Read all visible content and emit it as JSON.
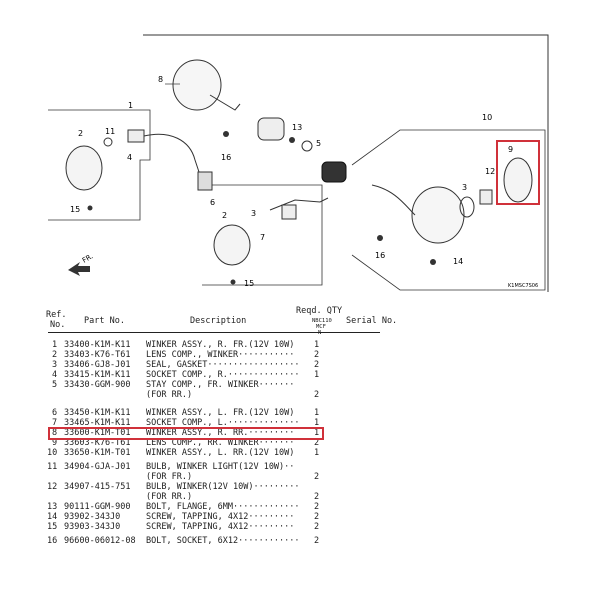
{
  "diagram": {
    "callouts": [
      "8",
      "1",
      "2",
      "11",
      "4",
      "6",
      "16",
      "13",
      "5",
      "15",
      "7",
      "2",
      "3",
      "15",
      "10",
      "9",
      "12",
      "3",
      "16",
      "14"
    ],
    "direction_label": "FR.",
    "code": "K1MSC7S06"
  },
  "table": {
    "headers": {
      "ref_no_1": "Ref.",
      "ref_no_2": "No.",
      "part_no": "Part No.",
      "description": "Description",
      "reqd_qty": "Reqd. QTY",
      "model": "NBC110",
      "model_sub": "MCF",
      "model_n": "N",
      "serial_no": "Serial No."
    },
    "rows": [
      {
        "ref": "1",
        "part": "33400-K1M-K11",
        "desc": "WINKER ASSY., R. FR.(12V 10W)",
        "qty": "1"
      },
      {
        "ref": "2",
        "part": "33403-K76-T61",
        "desc": "LENS COMP., WINKER···········",
        "qty": "2"
      },
      {
        "ref": "3",
        "part": "33406-GJ8-J01",
        "desc": "SEAL, GASKET··················",
        "qty": "2"
      },
      {
        "ref": "4",
        "part": "33415-K1M-K11",
        "desc": "SOCKET COMP., R.··············",
        "qty": "1"
      },
      {
        "ref": "5",
        "part": "33430-GGM-900",
        "desc": "STAY COMP., FR. WINKER·······",
        "qty": ""
      },
      {
        "ref": "",
        "part": "",
        "desc": "(FOR RR.)",
        "qty": "2"
      },
      {
        "ref": "6",
        "part": "33450-K1M-K11",
        "desc": "WINKER ASSY., L. FR.(12V 10W)",
        "qty": "1"
      },
      {
        "ref": "7",
        "part": "33465-K1M-K11",
        "desc": "SOCKET COMP., L.··············",
        "qty": "1"
      },
      {
        "ref": "8",
        "part": "33600-K1M-T01",
        "desc": "WINKER ASSY., R. RR.·········",
        "qty": "1"
      },
      {
        "ref": "9",
        "part": "33603-K76-T61",
        "desc": "LENS COMP., RR. WINKER·······",
        "qty": "2"
      },
      {
        "ref": "10",
        "part": "33650-K1M-T01",
        "desc": "WINKER ASSY., L. RR.(12V 10W)",
        "qty": "1"
      },
      {
        "ref": "11",
        "part": "34904-GJA-J01",
        "desc": "BULB, WINKER LIGHT(12V 10W)··",
        "qty": ""
      },
      {
        "ref": "",
        "part": "",
        "desc": "(FOR FR.)",
        "qty": "2"
      },
      {
        "ref": "12",
        "part": "34907-415-751",
        "desc": "BULB, WINKER(12V 10W)·········",
        "qty": ""
      },
      {
        "ref": "",
        "part": "",
        "desc": "(FOR RR.)",
        "qty": "2"
      },
      {
        "ref": "13",
        "part": "90111-GGM-900",
        "desc": "BOLT, FLANGE, 6MM·············",
        "qty": "2"
      },
      {
        "ref": "14",
        "part": "93902-343J0",
        "desc": "SCREW, TAPPING, 4X12·········",
        "qty": "2"
      },
      {
        "ref": "15",
        "part": "93903-343J0",
        "desc": "SCREW, TAPPING, 4X12·········",
        "qty": "2"
      },
      {
        "ref": "16",
        "part": "96600-06012-08",
        "desc": "BOLT, SOCKET, 6X12············",
        "qty": "2"
      }
    ]
  }
}
